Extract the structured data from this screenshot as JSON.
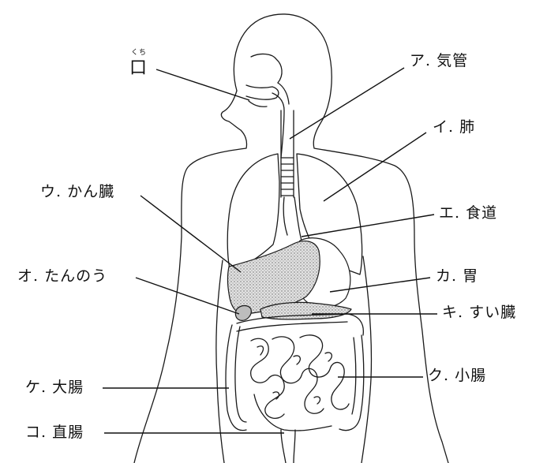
{
  "labels": {
    "mouth": "口",
    "mouth_reading": "くち",
    "a": "ア. 気管",
    "i": "イ. 肺",
    "u": "ウ. かん臓",
    "e": "エ. 食道",
    "o": "オ. たんのう",
    "ka": "カ. 胃",
    "ki": "キ. すい臓",
    "ku": "ク. 小腸",
    "ke": "ケ. 大腸",
    "ko": "コ. 直腸"
  },
  "colors": {
    "line": "#111111",
    "liver_fill": "#c8c8c8",
    "pancreas_fill": "#d2d2d2",
    "background": "#ffffff"
  }
}
